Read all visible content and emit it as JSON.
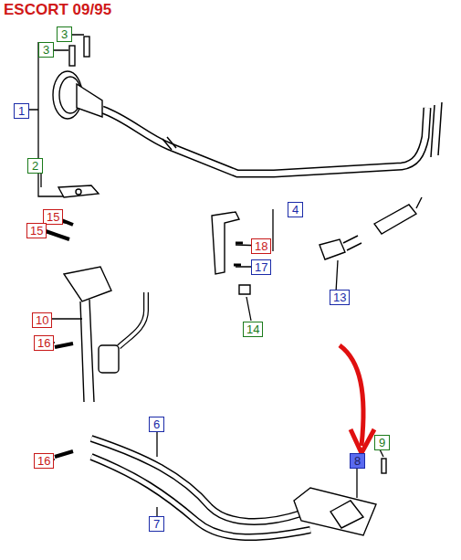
{
  "diagram": {
    "title": "ESCORT 09/95",
    "labels": [
      "3",
      "3",
      "1",
      "2",
      "15",
      "15",
      "10",
      "16",
      "16",
      "4",
      "18",
      "17",
      "14",
      "13",
      "6",
      "7",
      "8",
      "9"
    ]
  }
}
